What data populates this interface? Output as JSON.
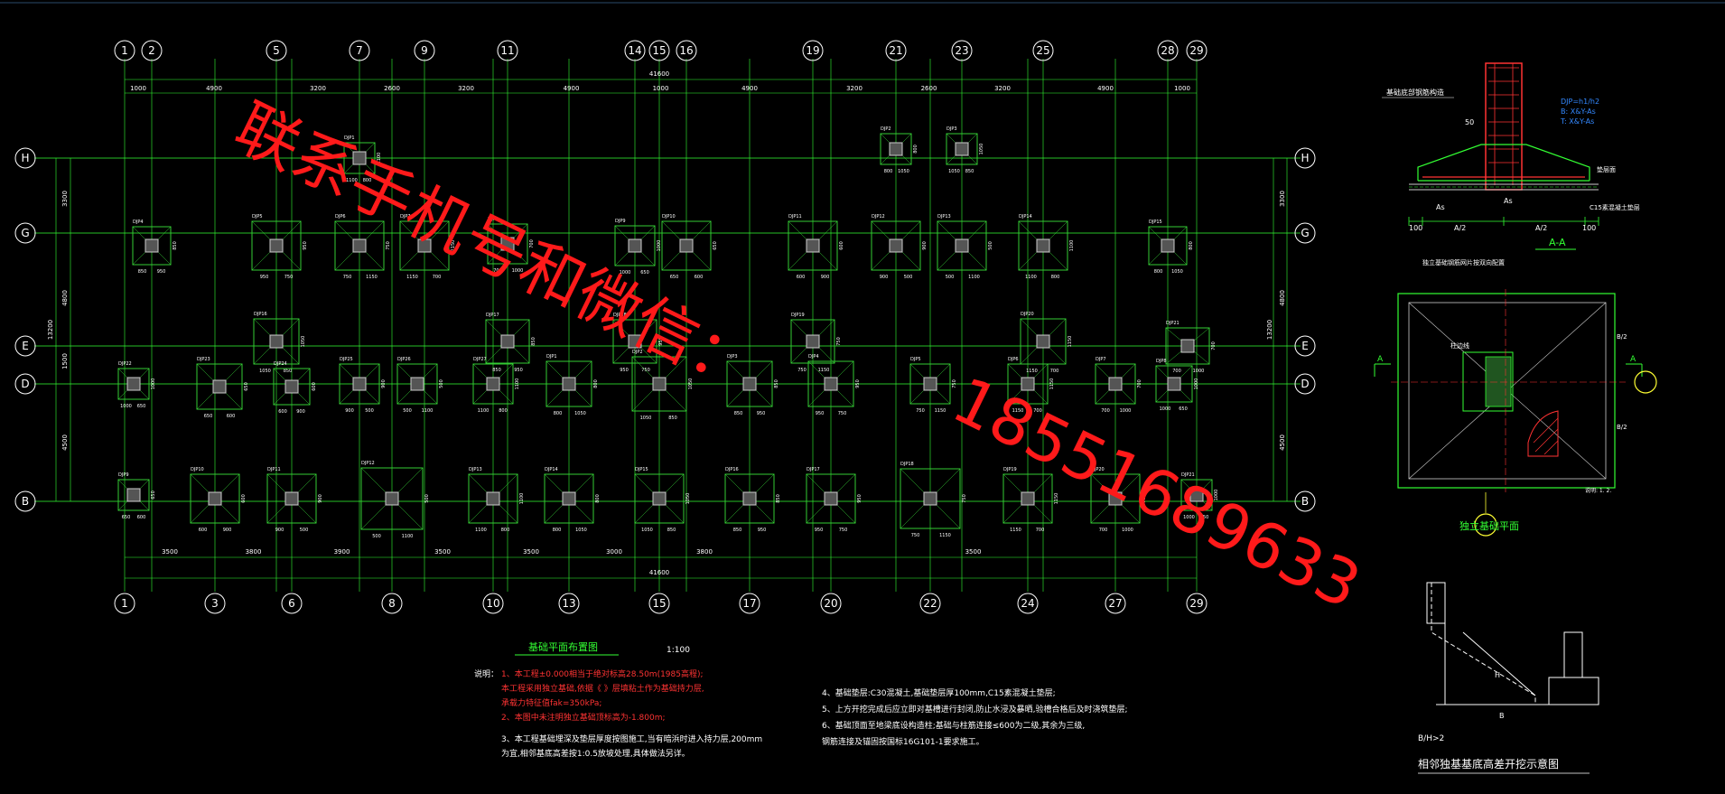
{
  "colors": {
    "grid": "#33ff33",
    "footing": "#33cc33",
    "col": "#cccccc",
    "text": "#ffffff",
    "red": "#ff2020",
    "axisbubble": "#ffffff",
    "blue": "#3388ff",
    "yellow": "#ffff33",
    "rebar": "#ff3333"
  },
  "top_axes": [
    "1",
    "2",
    "5",
    "7",
    "9",
    "11",
    "14",
    "15",
    "16",
    "19",
    "21",
    "23",
    "25",
    "28",
    "29"
  ],
  "bottom_axes": [
    "1",
    "3",
    "6",
    "8",
    "10",
    "13",
    "15",
    "17",
    "20",
    "22",
    "24",
    "27",
    "29"
  ],
  "side_axes": [
    "H",
    "G",
    "E",
    "D",
    "B"
  ],
  "top_total": "41600",
  "bottom_total": "41600",
  "top_dims": [
    "1000",
    "4900",
    "3200",
    "2600",
    "3200",
    "4900",
    "1000",
    "4900",
    "3200",
    "2600",
    "3200",
    "4900",
    "1000"
  ],
  "bottom_dims": [
    "3500",
    "3800",
    "3900",
    "3500",
    "3500",
    "3000",
    "3800",
    "3500"
  ],
  "left_dims": [
    "3300",
    "4800",
    "13200",
    "1500",
    "4500"
  ],
  "right_dims": [
    "3300",
    "4800",
    "13200",
    "4500"
  ],
  "plan": {
    "title": "基础平面布置图",
    "scale": "1:100",
    "note_label": "说明：",
    "notes_red": [
      "1、本工程±0.000相当于绝对标高28.50m(1985高程);",
      "   本工程采用独立基础,依据《  》层填粘土作为基础持力层,",
      "   承载力特征值fak=350kPa;",
      "2、本图中未注明独立基础顶标高为-1.800m;"
    ],
    "notes_white": [
      "3、本工程基础埋深及垫层厚度按图施工,当有暗浜时进入持力层,200mm",
      "   为宜,相邻基底高差按1:0.5放坡处理,具体做法另详。"
    ],
    "notes_right": [
      "4、基础垫层:C30混凝土,基础垫层厚100mm,C15素混凝土垫层;",
      "5、上方开挖完成后应立即对基槽进行封闭,防止水浸及暴晒,验槽合格后及时浇筑垫层;",
      "6、基础顶面至地梁底设构造柱;基础与柱筋连接≤600为二级,其余为三级,",
      "   钢筋连接及锚固按国标16G101-1要求施工。"
    ]
  },
  "detail_a": {
    "title": "A-A",
    "caption": "独立基础平面",
    "heading": "基础底部钢筋构造",
    "labels": [
      "DJP=h1/h2",
      "B: X&Y-As",
      "T: X&Y-As",
      "50",
      "100",
      "A/2",
      "A/2",
      "100",
      "As",
      "As",
      "C15素混凝土垫层",
      "垫层面",
      "柱边线",
      "B/2",
      "B/2",
      "A",
      "A",
      "说明: 1.  2.  "
    ],
    "note": "独立基础钢筋网片按双向配置"
  },
  "detail_b": {
    "caption": "相邻独基基底高差开挖示意图",
    "ratio": "B/H>2",
    "labels": [
      "H",
      "B"
    ]
  },
  "watermark": {
    "line1": "联系手机号和微信：",
    "phone": "18551689633"
  },
  "footing_tags": [
    "DJP1",
    "DJP2",
    "DJP3",
    "DJP4",
    "DJP5",
    "DJP6",
    "DJP7",
    "DJP8",
    "DJP9",
    "DJP10",
    "DJP11",
    "DJP12",
    "DJP13",
    "DJP14",
    "DJP15",
    "DJP16",
    "DJP17",
    "DJP18",
    "DJP19",
    "DJP20",
    "DJP21",
    "DJP22",
    "DJP23",
    "DJP24",
    "DJP25",
    "DJP26",
    "DJP27"
  ],
  "footing_dims": [
    "1100",
    "800",
    "1050",
    "850",
    "950",
    "750",
    "1150",
    "700",
    "1000",
    "650",
    "600",
    "900",
    "500"
  ]
}
